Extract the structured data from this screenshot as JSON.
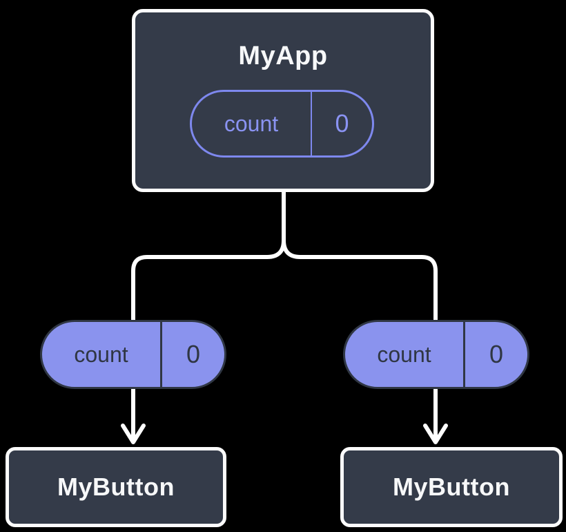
{
  "colors": {
    "background": "#000000",
    "node_fill": "#343B49",
    "node_border": "#FCFCFC",
    "node_text": "#F7F8F9",
    "state_purple_fill": "#8A93EE",
    "state_purple_outline": "#7E88EE",
    "state_dark_text": "#2F3643",
    "connector_white": "#FFFFFF"
  },
  "diagram": {
    "root": {
      "name": "MyApp",
      "state": {
        "label": "count",
        "value": "0"
      }
    },
    "branches": [
      {
        "state": {
          "label": "count",
          "value": "0"
        },
        "child": {
          "name": "MyButton"
        }
      },
      {
        "state": {
          "label": "count",
          "value": "0"
        },
        "child": {
          "name": "MyButton"
        }
      }
    ]
  }
}
